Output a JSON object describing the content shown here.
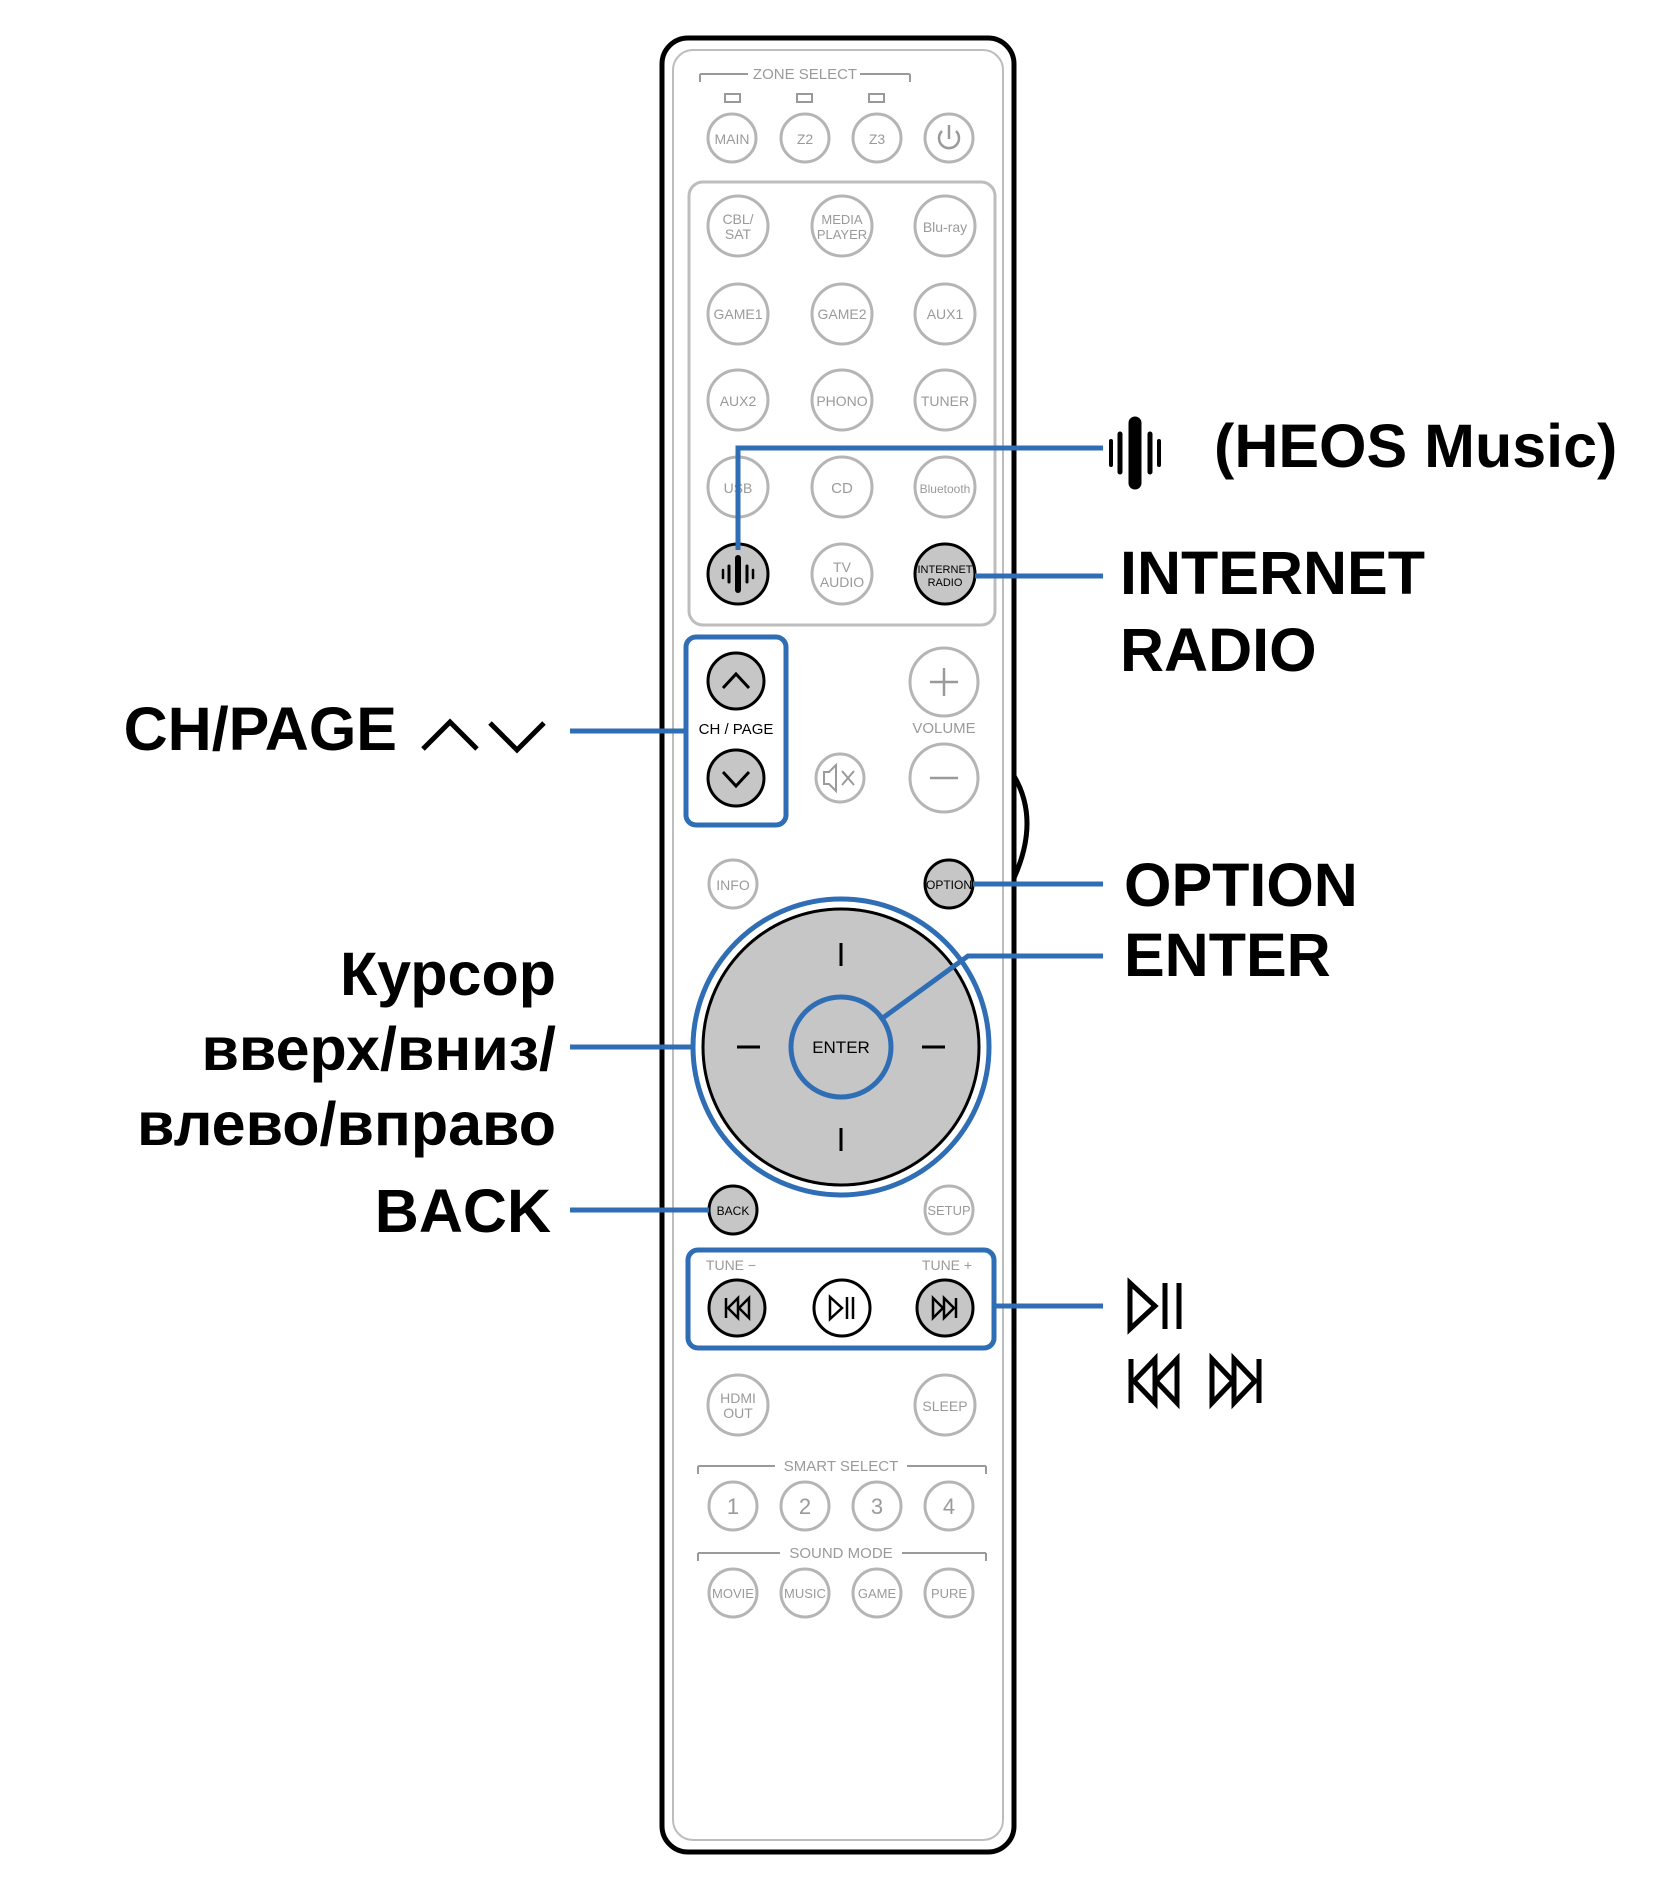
{
  "remote": {
    "zone_select": "ZONE SELECT",
    "zone_buttons": [
      "MAIN",
      "Z2",
      "Z3"
    ],
    "sources": {
      "cbl_sat": [
        "CBL/",
        "SAT"
      ],
      "media_player": [
        "MEDIA",
        "PLAYER"
      ],
      "bluray": "Blu-ray",
      "game1": "GAME1",
      "game2": "GAME2",
      "aux1": "AUX1",
      "aux2": "AUX2",
      "phono": "PHONO",
      "tuner": "TUNER",
      "usb": "USB",
      "cd": "CD",
      "bluetooth": "Bluetooth",
      "tv_audio": [
        "TV",
        "AUDIO"
      ],
      "internet_radio": [
        "INTERNET",
        "RADIO"
      ]
    },
    "ch_page": "CH / PAGE",
    "volume": "VOLUME",
    "info": "INFO",
    "option": "OPTION",
    "enter": "ENTER",
    "back": "BACK",
    "setup": "SETUP",
    "tune_minus": "TUNE −",
    "tune_plus": "TUNE +",
    "hdmi_out": [
      "HDMI",
      "OUT"
    ],
    "sleep": "SLEEP",
    "smart_select": "SMART SELECT",
    "smart_buttons": [
      "1",
      "2",
      "3",
      "4"
    ],
    "sound_mode": "SOUND MODE",
    "sound_buttons": [
      "MOVIE",
      "MUSIC",
      "GAME",
      "PURE"
    ]
  },
  "callouts": {
    "heos": "(HEOS Music)",
    "internet_radio": [
      "INTERNET",
      "RADIO"
    ],
    "ch_page": "CH/PAGE",
    "option": "OPTION",
    "enter": "ENTER",
    "cursor": [
      "Курсор",
      "вверх/вниз/",
      "влево/вправо"
    ],
    "back": "BACK"
  },
  "colors": {
    "callout_line": "#2f6db5",
    "highlight_fill": "#c6c6c6",
    "outline": "#000000",
    "inactive": "#b5b5b5"
  }
}
